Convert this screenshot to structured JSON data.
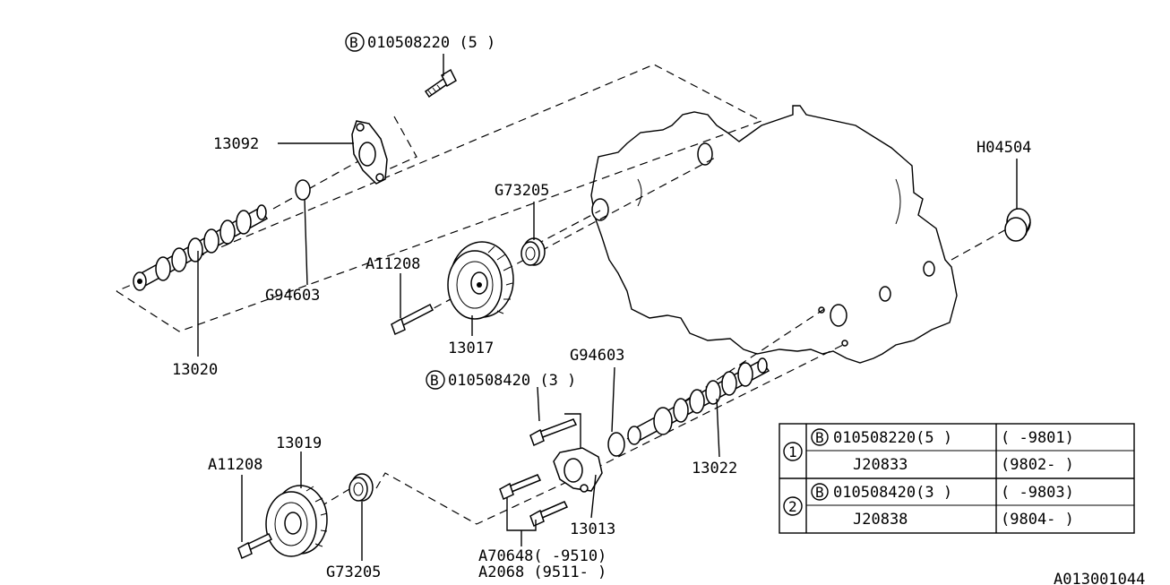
{
  "labels": {
    "bolt_top": "010508220 (5 )",
    "bolt_mid": "010508420 (3 )",
    "bolt_mark": "B",
    "p13092": "13092",
    "p13020": "13020",
    "p94603_top": "G94603",
    "p73205_top": "G73205",
    "pA11208_top": "A11208",
    "p13017": "13017",
    "pH04504": "H04504",
    "p94603_mid": "G94603",
    "p13022": "13022",
    "p13019": "13019",
    "pA11208_bot": "A11208",
    "p73205_bot": "G73205",
    "p13013": "13013",
    "pA70648": "A70648( -9510)",
    "pA2068": "A2068 (9511- )",
    "diagram_id": "A013001044"
  },
  "table": {
    "rows": [
      {
        "ref": "1",
        "part": "010508220(5 )",
        "bolt": true,
        "range": "( -9801)"
      },
      {
        "ref": "",
        "part": "J20833",
        "bolt": false,
        "range": "(9802- )"
      },
      {
        "ref": "2",
        "part": "010508420(3 )",
        "bolt": true,
        "range": "( -9803)"
      },
      {
        "ref": "",
        "part": "J20838",
        "bolt": false,
        "range": "(9804- )"
      }
    ]
  }
}
